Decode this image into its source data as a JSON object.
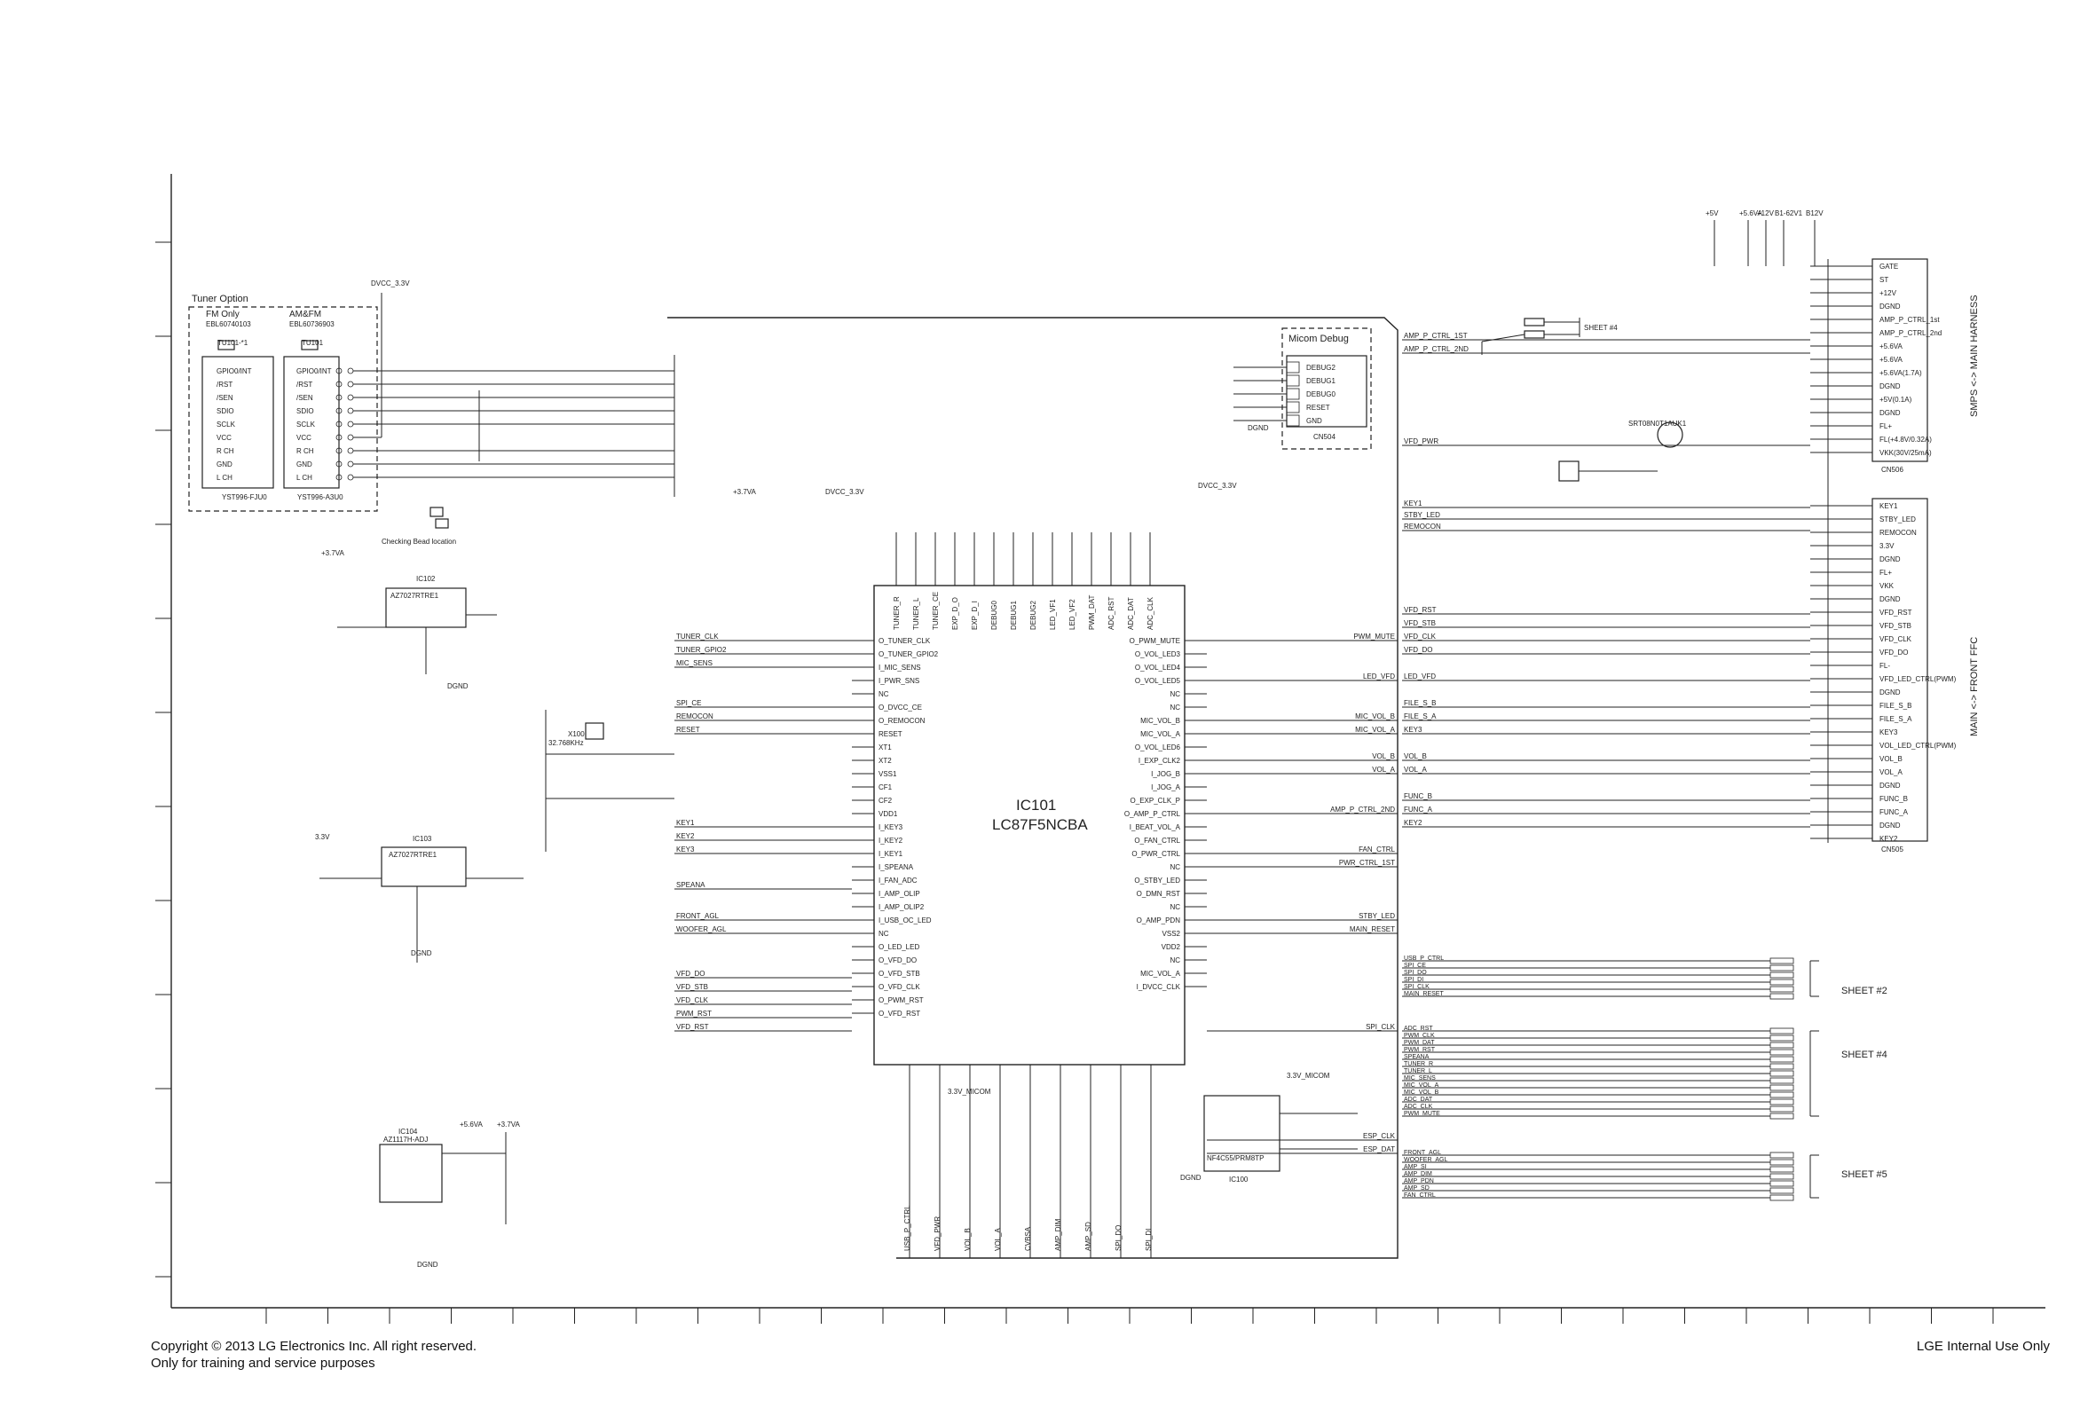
{
  "footer": {
    "copyright_line1": "Copyright © 2013 LG Electronics Inc. All right reserved.",
    "copyright_line2": "Only for training and service purposes",
    "internal": "LGE Internal Use Only"
  },
  "tuner_option": {
    "title": "Tuner Option",
    "fm_title": "FM Only",
    "fm_part": "EBL60740103",
    "fm_ref": "TU101-*1",
    "fm_model": "YST996-FJU0",
    "amfm_title": "AM&FM",
    "amfm_part": "EBL60736903",
    "amfm_ref": "TU101",
    "amfm_model": "YST996-A3U0",
    "pins": [
      "GPIO0/INT",
      "/RST",
      "/SEN",
      "SDIO",
      "SCLK",
      "VCC",
      "R CH",
      "GND",
      "L CH"
    ]
  },
  "micom_debug": {
    "title": "Micom Debug",
    "connector": "CN504",
    "pins": [
      "DEBUG2",
      "DEBUG1",
      "DEBUG0",
      "RESET",
      "GND"
    ]
  },
  "ic101": {
    "ref": "IC101",
    "part": "LC87F5NCBA"
  },
  "ic102": {
    "ref": "IC102",
    "part": "AZ7027RTRE1"
  },
  "ic103": {
    "ref": "IC103",
    "part": "AZ7027RTRE1"
  },
  "ic104": {
    "ref": "IC104",
    "part": "AZ1117H-ADJ"
  },
  "ic100": {
    "ref": "IC100",
    "part": "NF4C55/PRM8TP"
  },
  "main_harness": {
    "title": "SMPS <-> MAIN HARNESS",
    "connector": "CN506",
    "pins": [
      "GATE",
      "ST",
      "+12V",
      "DGND",
      "AMP_P_CTRL_1st",
      "AMP_P_CTRL_2nd",
      "+5.6VA",
      "+5.6VA",
      "+5.6VA(1.7A)",
      "DGND",
      "+5V(0.1A)",
      "DGND",
      "FL+",
      "FL(+4.8V/0.32A)",
      "VKK(30V/25mA)"
    ]
  },
  "front_ffc": {
    "title": "MAIN <-> FRONT FFC",
    "connector": "CN505",
    "pins": [
      "KEY1",
      "STBY_LED",
      "REMOCON",
      "3.3V",
      "DGND",
      "FL+",
      "VKK",
      "DGND",
      "VFD_RST",
      "VFD_STB",
      "VFD_CLK",
      "VFD_DO",
      "FL-",
      "VFD_LED_CTRL(PWM)",
      "DGND",
      "FILE_S_B",
      "FILE_S_A",
      "KEY3",
      "VOL_LED_CTRL(PWM)",
      "VOL_B",
      "VOL_A",
      "DGND",
      "FUNC_B",
      "FUNC_A",
      "DGND",
      "KEY2"
    ]
  },
  "sheets": [
    "SHEET #2",
    "SHEET #4",
    "SHEET #5",
    "SHEET #4"
  ],
  "sheet2_signals": [
    "USB_P_CTRL",
    "SPI_CE",
    "SPI_DO",
    "SPI_DI",
    "SPI_CLK",
    "MAIN_RESET"
  ],
  "sheet4_signals": [
    "ADC_RST",
    "PWM_CLK",
    "PWM_DAT",
    "PWM_RST",
    "SPEANA",
    "TUNER_R",
    "TUNER_L",
    "MIC_SENS",
    "MIC_VOL_A",
    "MIC_VOL_B",
    "ADC_DAT",
    "ADC_CLK",
    "PWM_MUTE"
  ],
  "sheet5_signals": [
    "FRONT_AGL",
    "WOOFER_AGL",
    "AMP_SI",
    "AMP_DIM",
    "AMP_PDN",
    "AMP_SD",
    "FAN_CTRL"
  ],
  "ic101_left_pins": [
    "O_TUNER_CLK",
    "O_TUNER_GPIO2",
    "I_MIC_SENS",
    "I_PWR_SNS",
    "NC",
    "O_DVCC_CE",
    "O_REMOCON",
    "RESET",
    "XT1",
    "XT2",
    "VSS1",
    "CF1",
    "CF2",
    "VDD1",
    "I_KEY3",
    "I_KEY2",
    "I_KEY1",
    "I_SPEANA",
    "I_FAN_ADC",
    "I_AMP_OLIP",
    "I_AMP_OLIP2",
    "I_USB_OC_LED",
    "NC",
    "O_LED_LED",
    "O_VFD_DO",
    "O_VFD_STB",
    "O_VFD_CLK",
    "O_PWM_RST",
    "O_VFD_RST"
  ],
  "ic101_right_pins": [
    "O_PWM_MUTE",
    "O_VOL_LED3",
    "O_VOL_LED4",
    "O_VOL_LED5",
    "NC",
    "NC",
    "MIC_VOL_B",
    "MIC_VOL_A",
    "O_VOL_LED6",
    "I_EXP_CLK2",
    "I_JOG_B",
    "I_JOG_A",
    "O_EXP_CLK_P",
    "O_AMP_P_CTRL",
    "I_BEAT_VOL_A",
    "O_FAN_CTRL",
    "O_PWR_CTRL",
    "NC",
    "O_STBY_LED",
    "O_DMN_RST",
    "NC",
    "O_AMP_PDN",
    "VSS2",
    "VDD2",
    "NC",
    "MIC_VOL_A",
    "I_DVCC_CLK"
  ],
  "ic101_top_pins": [
    "TUNER_R",
    "TUNER_L",
    "TUNER_CE",
    "EXP_D_O",
    "EXP_D_I",
    "DEBUG0",
    "DEBUG1",
    "DEBUG2",
    "LED_VF1",
    "LED_VF2",
    "PWM_DAT",
    "ADC_RST",
    "ADC_DAT",
    "ADC_CLK"
  ],
  "ic101_bottom_pins": [
    "USB_P_CTRL",
    "VFD_PWR",
    "VOL_B",
    "VOL_A",
    "CVBSA",
    "AMP_DIM",
    "AMP_SD",
    "SPI_DO",
    "SPI_DI"
  ],
  "left_signals": [
    "TUNER_CLK",
    "TUNER_GPIO2",
    "MIC_SENS",
    "SPI_CE",
    "REMOCON",
    "RESET",
    "KEY1",
    "KEY2",
    "KEY3",
    "SPEANA",
    "FRONT_AGL",
    "WOOFER_AGL",
    "VFD_DO",
    "VFD_STB",
    "VFD_CLK",
    "PWM_RST",
    "VFD_RST"
  ],
  "right_signals": [
    "PWM_MUTE",
    "LED_VFD",
    "MIC_VOL_B",
    "MIC_VOL_A",
    "VOL_B",
    "VOL_A",
    "AMP_P_CTRL_2ND",
    "FAN_CTRL",
    "PWR_CTRL_1ST",
    "STBY_LED",
    "MAIN_RESET",
    "SPI_CLK",
    "ESP_CLK",
    "ESP_DAT"
  ],
  "right_bus": [
    "AMP_P_CTRL_1ST",
    "AMP_P_CTRL_2ND",
    "VFD_PWR",
    "KEY1",
    "STBY_LED",
    "REMOCON",
    "VFD_RST",
    "VFD_STB",
    "VFD_CLK",
    "VFD_DO",
    "LED_VFD",
    "FILE_S_B",
    "FILE_S_A",
    "KEY3",
    "VOL_B",
    "VOL_A",
    "FUNC_B",
    "FUNC_A",
    "KEY2"
  ],
  "labels": {
    "dvcc": "DVCC_3.3V",
    "v33": "3.3V",
    "v37": "+3.7VA",
    "v56": "+5.6VA",
    "dgnd": "DGND",
    "micom": "3.3V_MICOM",
    "xtal": "X100",
    "xtal_freq": "32.768KHz",
    "checking_bead": "Checking Bead location",
    "sheet_ref": "SHEET #4",
    "q_label": "SRT08N0T1AUK1",
    "rails": [
      "+5V",
      "+5.6VA",
      "+12V",
      "B1-62V1",
      "B12V"
    ]
  }
}
